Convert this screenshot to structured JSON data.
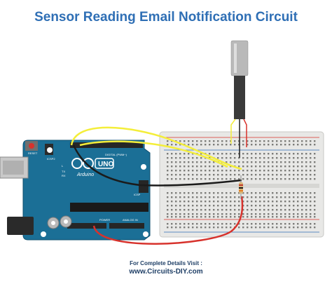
{
  "title": "Sensor Reading Email Notification Circuit",
  "board": {
    "brand": "Arduino",
    "model": "UNO",
    "label_digital": "DIGITAL (PWM~)",
    "label_power": "POWER",
    "label_analog": "ANALOG IN",
    "label_icsp": "ICSP",
    "label_icsp2": "ICSP2",
    "label_reset": "RESET",
    "label_tx": "TX",
    "label_rx": "RX",
    "label_l": "L"
  },
  "colors": {
    "title": "#2f6fb5",
    "board": "#1b6f96",
    "breadboard": "#e8e8e6",
    "wire_yellow": "#f4ee3a",
    "wire_black": "#1b1b1b",
    "wire_red": "#d7322c",
    "sensor_probe": "#b9b9b9",
    "sensor_cable": "#3a3a3a"
  },
  "footer": {
    "line1": "For Complete Details Visit :",
    "line2": "www.Circuits-DIY.com"
  }
}
